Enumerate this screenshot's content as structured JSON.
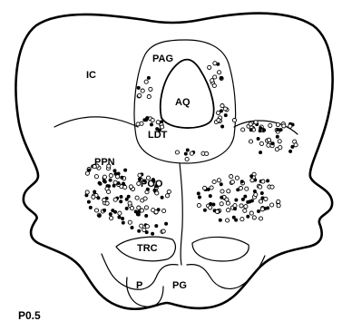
{
  "labels": {
    "ic": "IC",
    "pag": "PAG",
    "aq": "AQ",
    "ldt": "LDT",
    "ppn": "PPN",
    "poo": "POO",
    "trc": "TRC",
    "p": "P",
    "pg": "PG",
    "section": "P0.5"
  },
  "legend_semantics": {
    "open_circle": "open-cell-marker",
    "filled_circle": "filled-cell-marker"
  }
}
